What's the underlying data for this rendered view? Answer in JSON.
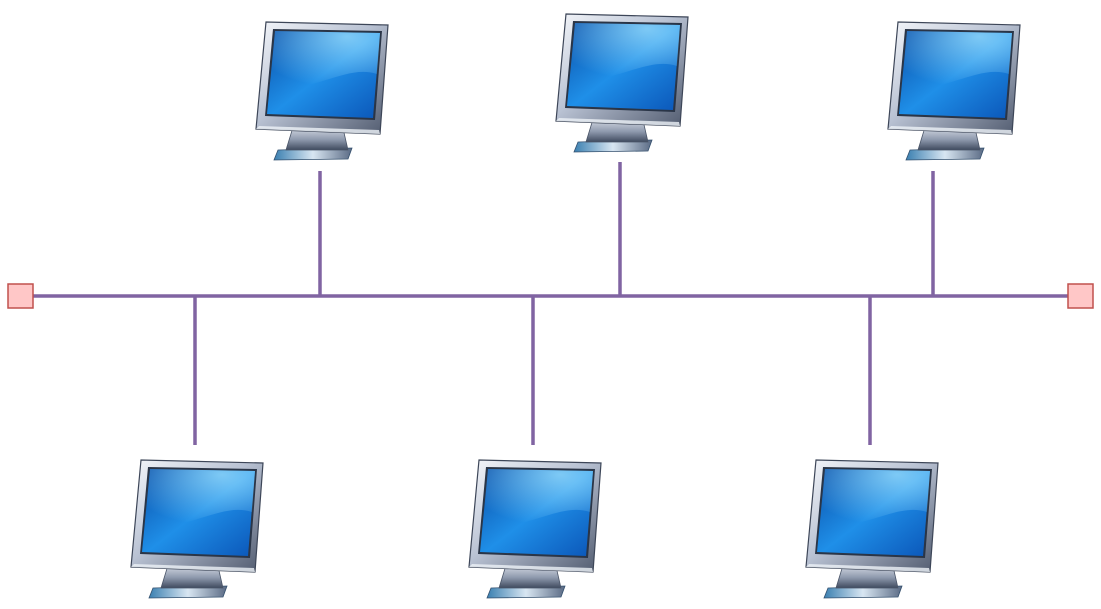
{
  "topology": "bus",
  "colors": {
    "bus_line": "#8064a2",
    "terminator_fill": "#ffc7c7",
    "terminator_stroke": "#c0504d",
    "screen_light": "#5cc8ff",
    "screen_dark": "#0a4fa8",
    "bezel_light": "#eef1f7",
    "bezel_dark": "#5a6478"
  },
  "nodes": [
    {
      "id": "top-1",
      "side": "top",
      "icon": "desktop-monitor-icon"
    },
    {
      "id": "top-2",
      "side": "top",
      "icon": "desktop-monitor-icon"
    },
    {
      "id": "top-3",
      "side": "top",
      "icon": "desktop-monitor-icon"
    },
    {
      "id": "bottom-1",
      "side": "bottom",
      "icon": "desktop-monitor-icon"
    },
    {
      "id": "bottom-2",
      "side": "bottom",
      "icon": "desktop-monitor-icon"
    },
    {
      "id": "bottom-3",
      "side": "bottom",
      "icon": "desktop-monitor-icon"
    }
  ],
  "terminators": [
    {
      "id": "left",
      "icon": "terminator-icon"
    },
    {
      "id": "right",
      "icon": "terminator-icon"
    }
  ]
}
